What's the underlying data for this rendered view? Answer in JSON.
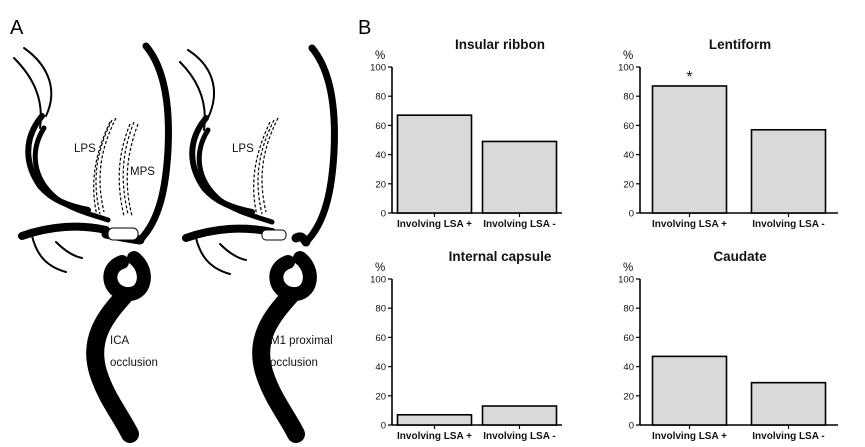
{
  "panels": {
    "a_label": "A",
    "b_label": "B"
  },
  "diagram": {
    "left": {
      "labels": [
        "LPS",
        "MPS"
      ],
      "caption_lines": [
        "ICA",
        "occlusion"
      ]
    },
    "right": {
      "labels": [
        "LPS"
      ],
      "caption_lines": [
        "M1 proximal",
        "occlusion"
      ]
    }
  },
  "colors": {
    "bar_fill": "#d9d9d9",
    "bar_stroke": "#000000",
    "vessel": "#000000"
  },
  "chart_data": [
    {
      "type": "bar",
      "title": "Insular ribbon",
      "ylabel": "%",
      "categories": [
        "Involving LSA +",
        "Involving LSA  -"
      ],
      "values": [
        67,
        49
      ],
      "ylim": [
        0,
        100
      ],
      "yticks": [
        0,
        20,
        40,
        60,
        80,
        100
      ],
      "annotations": []
    },
    {
      "type": "bar",
      "title": "Lentiform",
      "ylabel": "%",
      "categories": [
        "Involving LSA +",
        "Involving LSA -"
      ],
      "values": [
        87,
        57
      ],
      "ylim": [
        0,
        100
      ],
      "yticks": [
        0,
        20,
        40,
        60,
        80,
        100
      ],
      "annotations": [
        {
          "category_index": 0,
          "text": "*"
        }
      ]
    },
    {
      "type": "bar",
      "title": "Internal capsule",
      "ylabel": "%",
      "categories": [
        "Involving LSA +",
        "Involving LSA -"
      ],
      "values": [
        7,
        13
      ],
      "ylim": [
        0,
        100
      ],
      "yticks": [
        0,
        20,
        40,
        60,
        80,
        100
      ],
      "annotations": []
    },
    {
      "type": "bar",
      "title": "Caudate",
      "ylabel": "%",
      "categories": [
        "Involving LSA +",
        "Involving LSA -"
      ],
      "values": [
        47,
        29
      ],
      "ylim": [
        0,
        100
      ],
      "yticks": [
        0,
        20,
        40,
        60,
        80,
        100
      ],
      "annotations": []
    }
  ]
}
